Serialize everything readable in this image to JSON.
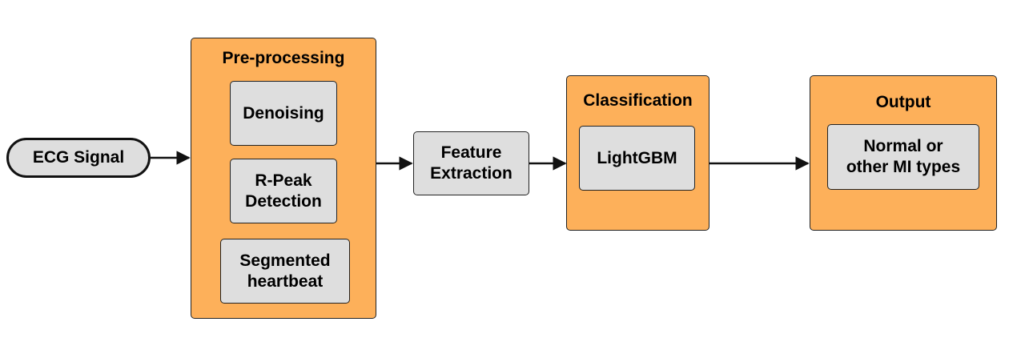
{
  "input": {
    "label": "ECG Signal"
  },
  "preprocessing": {
    "title": "Pre-processing",
    "steps": [
      "Denoising",
      "R-Peak\nDetection",
      "Segmented\nheartbeat"
    ]
  },
  "feature_extraction": {
    "label": "Feature\nExtraction"
  },
  "classification": {
    "title": "Classification",
    "model": "LightGBM"
  },
  "output": {
    "title": "Output",
    "result": "Normal or\nother MI types"
  },
  "colors": {
    "stage_fill": "#fdb05a",
    "box_fill": "#dedede",
    "stroke": "#222222"
  }
}
